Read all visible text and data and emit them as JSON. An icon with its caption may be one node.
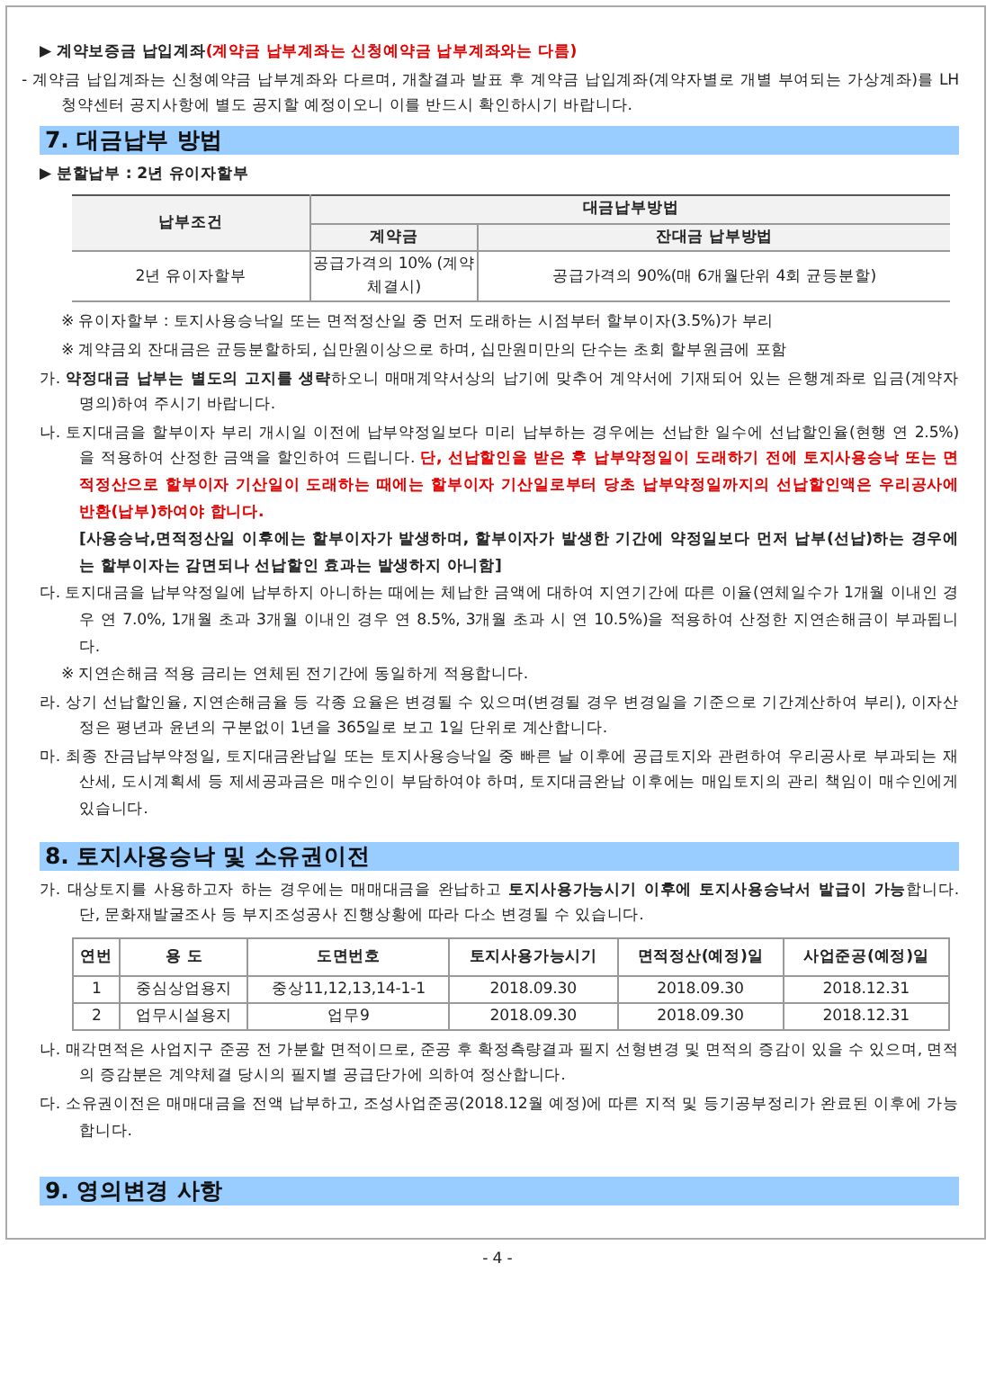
{
  "diagram": {
    "nodes": [
      {
        "text": [
          "7. 대금납부 방법"
        ]
      },
      {
        "text": [
          "8. 토지사용승낙 및 소유권이전"
        ]
      },
      {
        "text": [
          "9. 영의변경 사항"
        ]
      }
    ],
    "labels": [
      "▶ 계약보증금 납입계좌",
      "(계약금 납부계좌는 신청예약금 납부계좌와는 다름)",
      "- 계약금 납입계좌는 신청예약금 납부계좌와 다르며, 개찰결과 발표 후 계약금 납입계좌(계약자별로 개별 부여되는 가상계좌)를 LH청약센터 공지사항에 별도 공지할 예정이오니 이를 반드시 확인하시기 바랍니다.",
      "▶ 분할납부 : 2년 유이자할부",
      "납부조건",
      "대금납부방법",
      "계약금",
      "잔대금 납부방법",
      "2년 유이자할부",
      "공급가격의 10% (계약체결시)",
      "공급가격의 90%(매 6개월단위 4회 균등분할)",
      "※ 유이자할부 : 토지사용승낙일 또는 면적정산일 중 먼저 도래하는 시점부터 할부이자(3.5%)가 부리",
      "※ 계약금외 잔대금은 균등분할하되, 십만원이상으로 하며, 십만원미만의 단수는 초회 할부원금에 포함",
      "가. **약정대금 납부는 별도의 고지를 생략**하오니 매매계약서상의 납기에 맞추어 계약서에 기재되어 있는 은행계좌로 입금(계약자 명의)하여 주시기 바랍니다.",
      "나. 토지대금을 할부이자 부리 개시일 이전에 납부약정일보다 미리 납부하는 경우에는 선납한 일수에 선납할인율(현행 연 2.5%)을 적용하여 산정한 금액을 할인하여 드립니다.",
      "단, 선납할인을 받은 후 납부약정일이 도래하기 전에 토지사용승낙 또는 면적정산으로 할부이자 기산일이 도래하는 때에는 할부이자 기산일로부터 당초 납부약정일까지의 선납할인액은 우리공사에 반환(납부)하여야 합니다.",
      "[사용승낙,면적정산일 이후에는 할부이자가 발생하며, 할부이자가 발생한 기간에 약정일보다 먼저 납부(선납)하는 경우에는 할부이자는 감면되나 선납할인 효과는 발생하지 아니함]",
      "다. 토지대금을 납부약정일에 납부하지 아니하는 때에는 체납한 금액에 대하여 지연기간에 따른 이율(연체일수가 1개월 이내인 경우 연 7.0%, 1개월 초과 3개월 이내인 경우 연 8.5%, 3개월 초과 시 연 10.5%)을 적용하여 산정한 지연손해금이 부과됩니다.",
      "※ 지연손해금 적용 금리는 연체된 전기간에 동일하게 적용합니다.",
      "라. 상기 선납할인율, 지연손해금율 등 각종 요율은 변경될 수 있으며(변경될 경우 변경일을 기준으로 기간계산하여 부리), 이자산정은 평년과 윤년의 구분없이 1년을 365일로 보고 1일 단위로 계산합니다.",
      "마. 최종 잔금납부약정일, 토지대금완납일 또는 토지사용승낙일 중 빠른 날 이후에 공급토지와 관련하여 우리공사로 부과되는 재산세, 도시계획세 등 제세공과금은 매수인이 부담하여야 하며, 토지대금완납 이후에는 매입토지의 관리 책임이 매수인에게 있습니다.",
      "가. 대상토지를 사용하고자 하는 경우에는 매매대금을 완납하고 **토지사용가능시기 이후에 토지사용승낙서 발급이 가능**합니다. 단, 문화재발굴조사 등 부지조성공사 진행상황에 따라 다소 변경될 수 있습니다.",
      "연번",
      "용 도",
      "도면번호",
      "토지사용가능시기",
      "면적정산(예정)일",
      "사업준공(예정)일",
      "1",
      "중심상업용지",
      "중상11,12,13,14-1-1",
      "2018.09.30",
      "2018.09.30",
      "2018.12.31",
      "2",
      "업무시설용지",
      "업무9",
      "2018.09.30",
      "2018.09.30",
      "2018.12.31",
      "나. 매각면적은 사업지구 준공 전 가분할 면적이므로, 준공 후 확정측량결과 필지 선형변경 및 면적의 증감이 있을 수 있으며, 면적의 증감분은 계약체결 당시의 필지별 공급단가에 의하여 정산합니다.",
      "다. 소유권이전은 매매대금을 전액 납부하고, 조성사업준공(2018.12월 예정)에 따른 지적 및 등기공부정리가 완료된 이후에 가능합니다.",
      "- 4 -"
    ]
  }
}
